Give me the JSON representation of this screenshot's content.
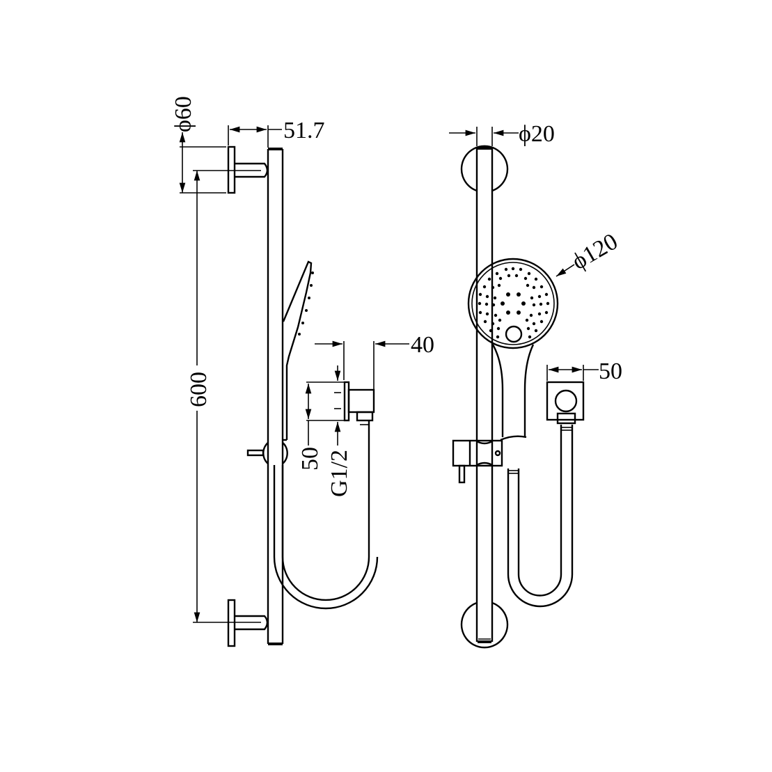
{
  "drawing": {
    "title": "Shower rail with hand shower - technical drawing",
    "units": "mm",
    "line_color": "#000000",
    "background_color": "#ffffff",
    "views": [
      {
        "name": "side-view",
        "dimensions": {
          "flange_diameter": "ϕ60",
          "rail_projection": "51.7",
          "bracket_spacing": "600",
          "elbow_projection": "40",
          "elbow_flange_height": "50",
          "thread_size": "G1/2"
        }
      },
      {
        "name": "front-view",
        "dimensions": {
          "rail_diameter": "ϕ20",
          "head_diameter": "ϕ120",
          "elbow_width": "50"
        }
      }
    ]
  }
}
